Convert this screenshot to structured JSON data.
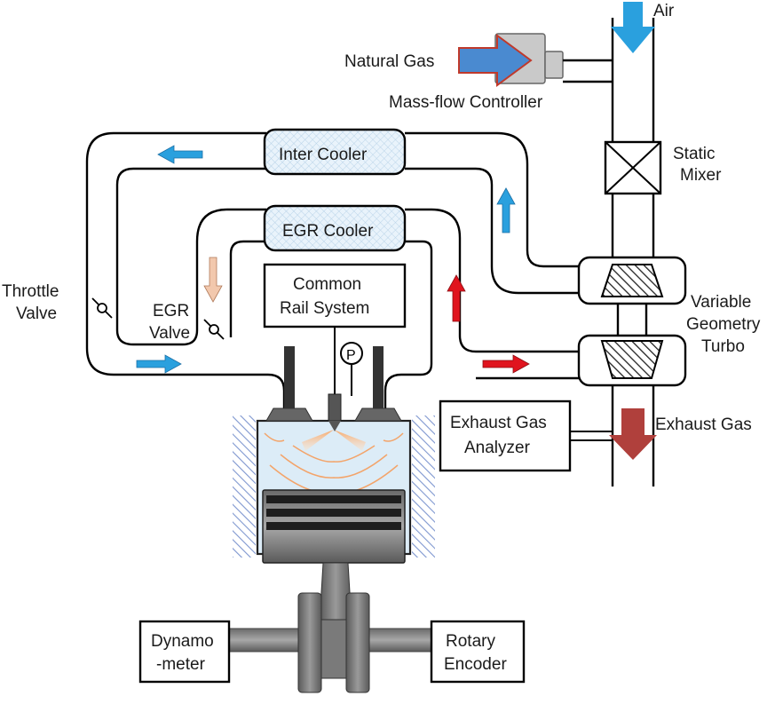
{
  "labels": {
    "air": "Air",
    "natural_gas": "Natural Gas",
    "mass_flow_controller": "Mass-flow Controller",
    "static_mixer_1": "Static",
    "static_mixer_2": "Mixer",
    "inter_cooler": "Inter Cooler",
    "egr_cooler": "EGR Cooler",
    "throttle_valve_1": "Throttle",
    "throttle_valve_2": "Valve",
    "egr_valve_1": "EGR",
    "egr_valve_2": "Valve",
    "common_rail_1": "Common",
    "common_rail_2": "Rail System",
    "pressure_sensor": "P",
    "vgt_1": "Variable",
    "vgt_2": "Geometry",
    "vgt_3": "Turbo",
    "exhaust_gas_analyzer_1": "Exhaust Gas",
    "exhaust_gas_analyzer_2": "Analyzer",
    "exhaust_gas": "Exhaust Gas",
    "dynamometer_1": "Dynamo",
    "dynamometer_2": "-meter",
    "rotary_encoder_1": "Rotary",
    "rotary_encoder_2": "Encoder"
  },
  "colors": {
    "intake_arrow": "#2aa0de",
    "exhaust_arrow": "#e0141e",
    "egr_arrow": "#f2c8ad",
    "natural_gas_arrow": "#4a8ad0",
    "exhaust_out_arrow": "#b0403c",
    "cylinder_wall": "#7f97d0",
    "chamber": "#d8eaf6"
  }
}
